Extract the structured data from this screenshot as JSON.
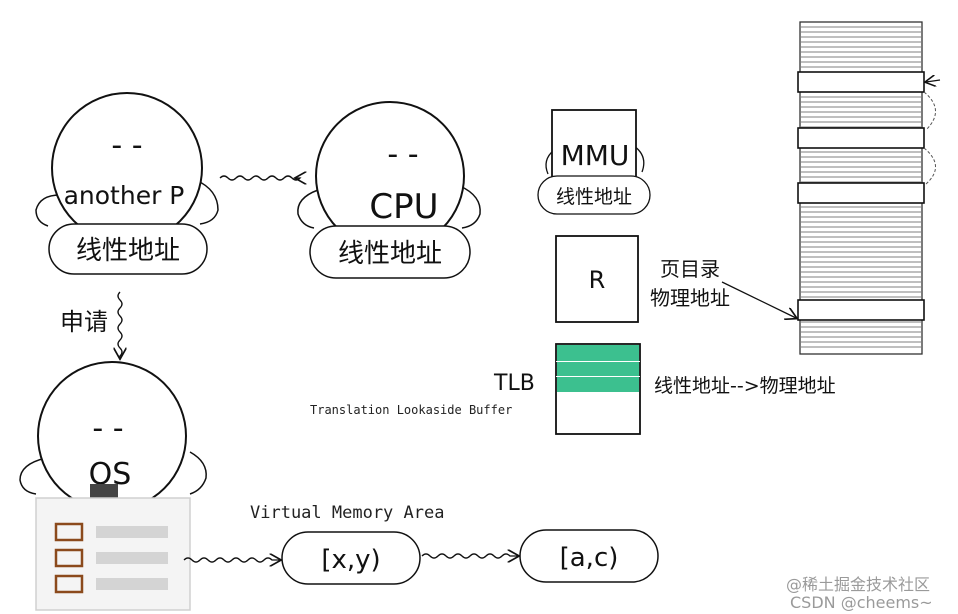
{
  "nodes": {
    "another_p": {
      "face": "- -",
      "name": "another P",
      "badge": "线性地址"
    },
    "cpu": {
      "face": "- -",
      "name": "CPU",
      "badge": "线性地址"
    },
    "os": {
      "face": "- -",
      "name": "OS"
    },
    "mmu": {
      "name": "MMU",
      "badge": "线性地址"
    },
    "register": {
      "name": "R"
    },
    "tlb": {
      "name": "TLB",
      "subtitle": "Translation Lookaside Buffer"
    },
    "vma1": {
      "label": "[x,y)"
    },
    "vma2": {
      "label": "[a,c)"
    }
  },
  "labels": {
    "apply": "申请",
    "page_directory": "页目录",
    "physical_address": "物理地址",
    "tlb_mapping": "线性地址-->物理地址",
    "vma_title": "Virtual Memory Area"
  },
  "watermarks": {
    "juejin": "@稀土掘金技术社区",
    "csdn": "CSDN @cheems~"
  },
  "colors": {
    "tlb_highlight": "#3cc08f",
    "ink": "#111111",
    "list_marker": "#8b4a1c"
  }
}
